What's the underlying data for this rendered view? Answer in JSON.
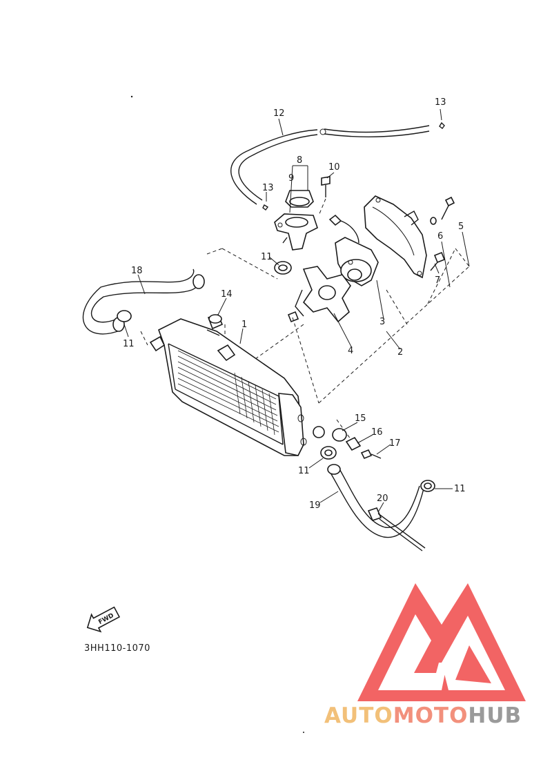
{
  "diagram": {
    "part_code": "3HH110-1070",
    "fwd_label": "FWD",
    "callouts": {
      "c1": "1",
      "c2": "2",
      "c3": "3",
      "c4": "4",
      "c5": "5",
      "c6": "6",
      "c7": "7",
      "c8": "8",
      "c9": "9",
      "c10": "10",
      "c11a": "11",
      "c11b": "11",
      "c11c": "11",
      "c11d": "11",
      "c12": "12",
      "c13a": "13",
      "c13b": "13",
      "c14": "14",
      "c15": "15",
      "c16": "16",
      "c17": "17",
      "c18": "18",
      "c19": "19",
      "c20": "20"
    }
  },
  "watermark": {
    "part1": "AUTO",
    "part2": "MOTO",
    "part3": "HUB",
    "colors": {
      "auto": "#f2c079",
      "moto": "#f2907c",
      "hub": "#9a9a9a",
      "triangle": "#f04a4a"
    }
  }
}
